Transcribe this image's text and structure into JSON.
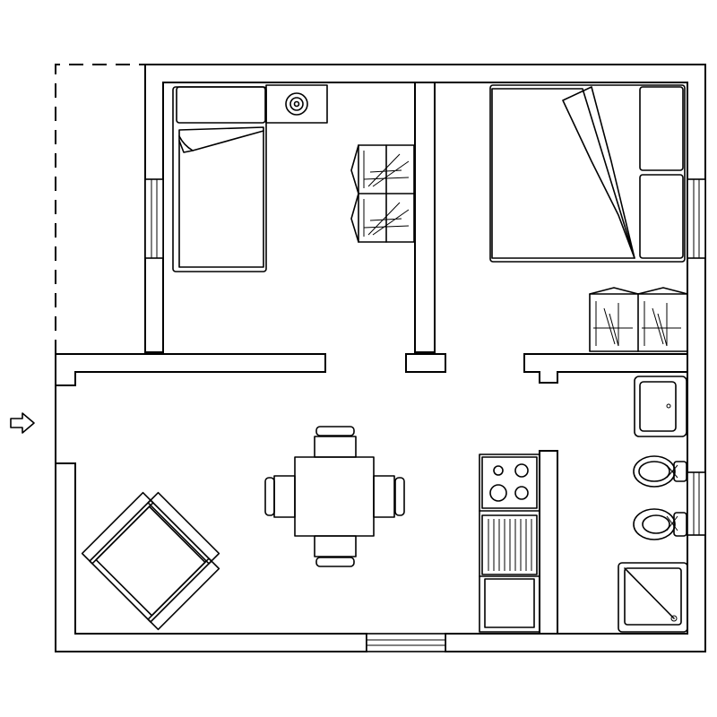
{
  "plan": {
    "entrance": {
      "icon": "arrow-right-icon"
    },
    "rooms": [
      {
        "id": "single-bedroom",
        "furniture": [
          "single-bed",
          "bedside-table",
          "wardrobe"
        ]
      },
      {
        "id": "double-bedroom",
        "furniture": [
          "double-bed",
          "wardrobe"
        ]
      },
      {
        "id": "living-area",
        "furniture": [
          "dining-table",
          "chairs",
          "armchair"
        ]
      },
      {
        "id": "kitchenette",
        "furniture": [
          "stove",
          "sink",
          "counter"
        ]
      },
      {
        "id": "bathroom",
        "furniture": [
          "washbasin",
          "bidet",
          "toilet",
          "shower"
        ]
      }
    ],
    "colors": {
      "line": "#000000",
      "background": "#ffffff"
    }
  }
}
